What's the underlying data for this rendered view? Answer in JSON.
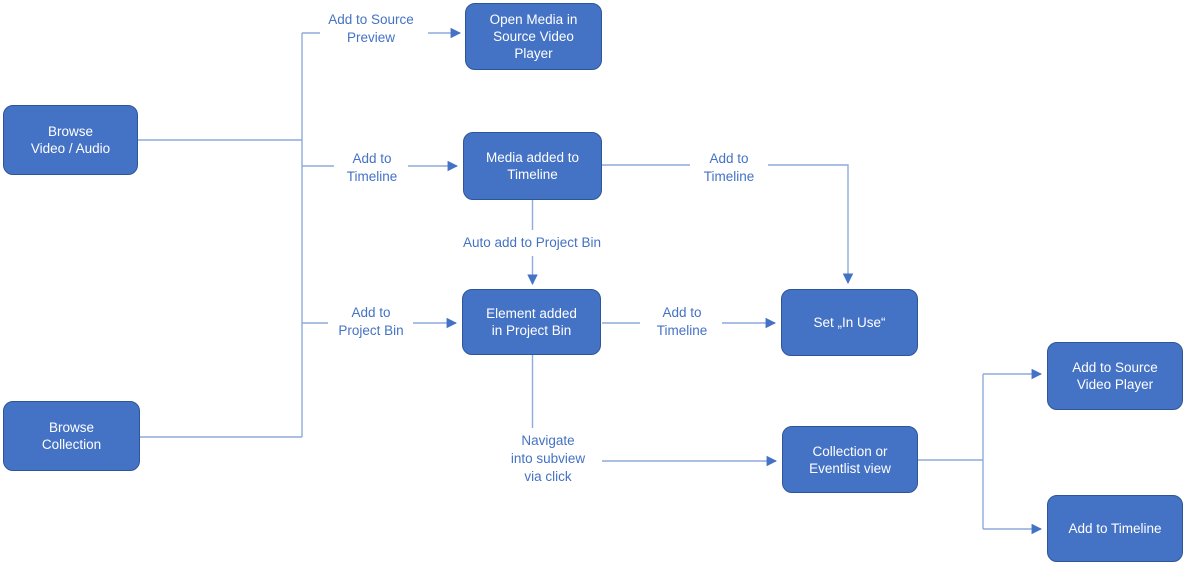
{
  "diagram": {
    "type": "flowchart",
    "colors": {
      "node_fill": "#4472C4",
      "node_border": "#2E5597",
      "node_text": "#FFFFFF",
      "connector_line": "#8FAADC",
      "arrowhead": "#4472C4",
      "edge_label_text": "#4472C4",
      "background": "#FFFFFF"
    },
    "nodes": [
      {
        "id": "browse-video-audio",
        "label": "Browse\nVideo / Audio"
      },
      {
        "id": "open-media-in-source-video-player",
        "label": "Open Media in\nSource Video\nPlayer"
      },
      {
        "id": "media-added-to-timeline",
        "label": "Media added to\nTimeline"
      },
      {
        "id": "element-added-in-project-bin",
        "label": "Element added\nin Project Bin"
      },
      {
        "id": "set-in-use",
        "label": "Set „In Use“"
      },
      {
        "id": "browse-collection",
        "label": "Browse\nCollection"
      },
      {
        "id": "collection-or-eventlist-view",
        "label": "Collection or\nEventlist view"
      },
      {
        "id": "add-to-source-video-player",
        "label": "Add to Source\nVideo Player"
      },
      {
        "id": "add-to-timeline",
        "label": "Add to Timeline"
      }
    ],
    "edge_labels": [
      {
        "id": "add-to-source-preview",
        "text": "Add to Source\nPreview"
      },
      {
        "id": "add-to-timeline-top",
        "text": "Add to\nTimeline"
      },
      {
        "id": "add-to-timeline-right",
        "text": "Add to\nTimeline"
      },
      {
        "id": "auto-add-to-project-bin",
        "text": "Auto add to Project Bin"
      },
      {
        "id": "add-to-project-bin",
        "text": "Add to\nProject Bin"
      },
      {
        "id": "add-to-timeline-middle",
        "text": "Add to\nTimeline"
      },
      {
        "id": "navigate-into-subview-via-click",
        "text": "Navigate\ninto subview\nvia click"
      }
    ]
  }
}
